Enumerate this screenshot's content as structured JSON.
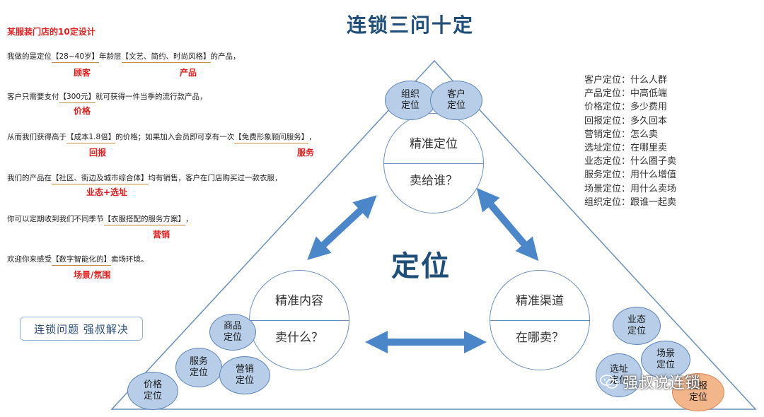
{
  "title": "连锁三问十定",
  "case": {
    "title": "某服装门店的10定设计",
    "lines": [
      {
        "pre": "我做的是定位",
        "h1": "【28~40岁】",
        "mid": "年龄层",
        "h2": "【文艺、简约、时尚风格】",
        "post": "的产品，",
        "tag1": "顾客",
        "tag2": "产品"
      },
      {
        "pre": "客户只需要支付",
        "h1": "【300元】",
        "mid": "就可获得一件当季的流行款产品，",
        "tag1": "价格"
      },
      {
        "pre": "从而我们获得高于",
        "h1": "【成本1.8倍】",
        "mid": "的价格；如果加入会员即可享有一次",
        "h2": "【免费形象顾问服务】",
        "post": "，",
        "tag1": "回报",
        "tag2": "服务"
      },
      {
        "pre": "我们的产品在",
        "h1": "【社区、街边及城市综合体】",
        "mid": "均有销售，客户在门店购买过一款衣服，",
        "tag1": "业态+选址"
      },
      {
        "pre": "你可以定期收到我们不同季节",
        "h1": "【衣服搭配的服务方案】",
        "mid": "，",
        "tag1": "营销"
      },
      {
        "pre": "欢迎你来感受",
        "h1": "【数字智能化的】",
        "mid": "卖场环境。",
        "tag1": "场景/氛围"
      }
    ]
  },
  "solve_box": "连锁问题 强叔解决",
  "definitions": [
    "客户定位：什么人群",
    "产品定位：中高低端",
    "价格定位：多少费用",
    "回报定位：多久回本",
    "营销定位：怎么卖",
    "选址定位：在哪里卖",
    "业态定位：什么圈子卖",
    "服务定位：用什么增值",
    "场景定位：用什么卖场",
    "组织定位：跟谁一起卖"
  ],
  "center": "定位",
  "circles": {
    "top": {
      "upper": "精准定位",
      "lower": "卖给谁？"
    },
    "left": {
      "upper": "精准内容",
      "lower": "卖什么？"
    },
    "right": {
      "upper": "精准渠道",
      "lower": "在哪卖？"
    }
  },
  "bubbles": {
    "org": "组织\n定位",
    "customer": "客户\n定位",
    "product": "商品\n定位",
    "service": "服务\n定位",
    "marketing": "营销\n定位",
    "price": "价格\n定位",
    "format": "业态\n定位",
    "scene": "场景\n定位",
    "site": "选址\n定位",
    "return": "回报\n定位"
  },
  "watermark": "强叔说连锁",
  "colors": {
    "accent": "#1f4e79",
    "arrow": "#4a86c8",
    "tag": "#e02020",
    "bubble": "#b7cde8",
    "bubble_orange": "#f3b58a"
  }
}
